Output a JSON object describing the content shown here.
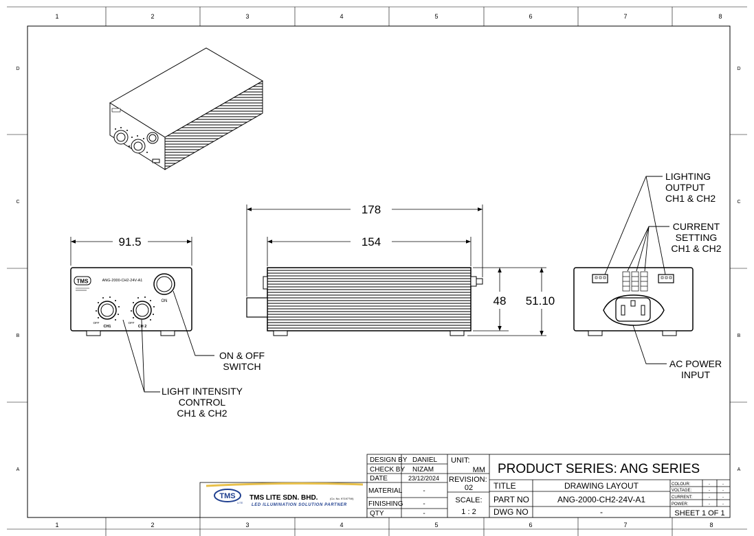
{
  "frame": {
    "column_labels": [
      "1",
      "2",
      "3",
      "4",
      "5",
      "6",
      "7",
      "8"
    ],
    "row_labels": [
      "D",
      "C",
      "B",
      "A"
    ]
  },
  "dimensions": {
    "width_front": "91.5",
    "length_overall": "178",
    "length_body": "154",
    "height_body": "48",
    "height_overall": "51.10"
  },
  "callouts": {
    "switch": [
      "ON & OFF",
      "SWITCH"
    ],
    "intensity": [
      "LIGHT INTENSITY",
      "CONTROL",
      "CH1 & CH2"
    ],
    "lighting_output": [
      "LIGHTING",
      "OUTPUT",
      "CH1 & CH2"
    ],
    "current_setting": [
      "CURRENT",
      "SETTING",
      "CH1 & CH2"
    ],
    "ac_power": [
      "AC POWER",
      "INPUT"
    ]
  },
  "front_panel": {
    "logo": "TMS",
    "model": "ANG-2000-CH2-24V-A1",
    "ch1": "CH1",
    "ch2": "CH 2",
    "on": "ON",
    "off": "OFF"
  },
  "title_block": {
    "design_by_label": "DESIGN BY",
    "design_by": "DANIEL",
    "check_by_label": "CHECK BY",
    "check_by": "NIZAM",
    "date_label": "DATE",
    "date": "23/12/2024",
    "material_label": "MATERIAL",
    "material": "-",
    "finishing_label": "FINISHING",
    "finishing": "-",
    "qty_label": "QTY",
    "qty": "-",
    "unit_label": "UNIT:",
    "unit": "MM",
    "revision_label": "REVISION:",
    "revision": "02",
    "scale_label": "SCALE:",
    "scale": "1 : 2",
    "product_series": "PRODUCT SERIES: ANG SERIES",
    "title_label": "TITLE",
    "title": "DRAWING LAYOUT",
    "part_no_label": "PART NO",
    "part_no": "ANG-2000-CH2-24V-A1",
    "dwg_no_label": "DWG NO",
    "dwg_no": "-",
    "colour_label": "COLOUR:",
    "voltage_label": "VOLTAGE:",
    "current_label": "CURRENT:",
    "power_label": "POWER:",
    "spec_value": "-",
    "sheet": "SHEET 1 OF 1"
  },
  "company": {
    "logo_text": "TMS",
    "logo_sub": "LITE",
    "name": "TMS LITE SDN. BHD.",
    "reg_no": "(Co. No. 971977W)",
    "tagline": "LED ILLUMINATION SOLUTION PARTNER",
    "logo_color": "#1f3f8f",
    "tagline_color": "#1f3f8f",
    "swoosh_color": "#e8c04a"
  }
}
